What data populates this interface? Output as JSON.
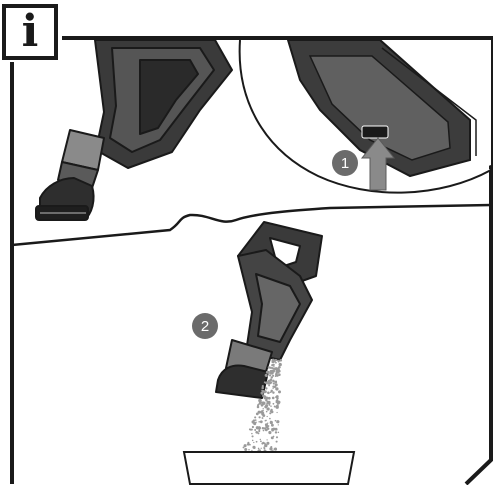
{
  "info_icon": {
    "letter": "i"
  },
  "steps": [
    {
      "number": "1"
    },
    {
      "number": "2"
    }
  ]
}
